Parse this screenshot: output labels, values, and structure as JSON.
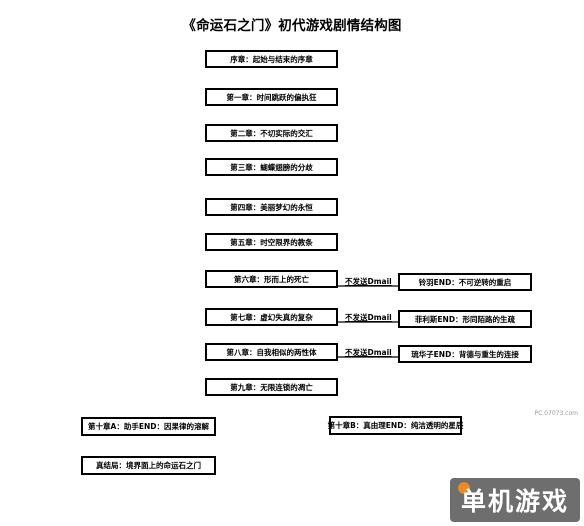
{
  "title": "《命运石之门》初代游戏剧情结构图",
  "chapters": [
    "序章：起始与结束的序章",
    "第一章：时间跳跃的偏执狂",
    "第二章：不切实际的交汇",
    "第三章：蝴蝶翅膀的分歧",
    "第四章：美丽梦幻的永恒",
    "第五章：时空限界的教条",
    "第六章：形而上的死亡",
    "第七章：虚幻失真的复杂",
    "第八章：自我相似的两性体",
    "第九章：无限连锁的凋亡"
  ],
  "branches": [
    {
      "label": "不发送Dmail",
      "ending": "铃羽END：不可逆转的重启"
    },
    {
      "label": "不发送Dmail",
      "ending": "菲利斯END：形同陌路的生疏"
    },
    {
      "label": "不发送Dmail",
      "ending": "琉华子END：背德与重生的连接"
    }
  ],
  "tenth": {
    "a": "第十章A：助手END：因果律的溶解",
    "b": "第十章B：真由理END：纯洁透明的星辰"
  },
  "true_end": "真结局：境界面上的命运石之门",
  "watermark": {
    "small": "PC.07073.com",
    "logo": "单机游戏",
    "logo_color": "#6e6e6e",
    "accent_color": "#e98a2a"
  }
}
